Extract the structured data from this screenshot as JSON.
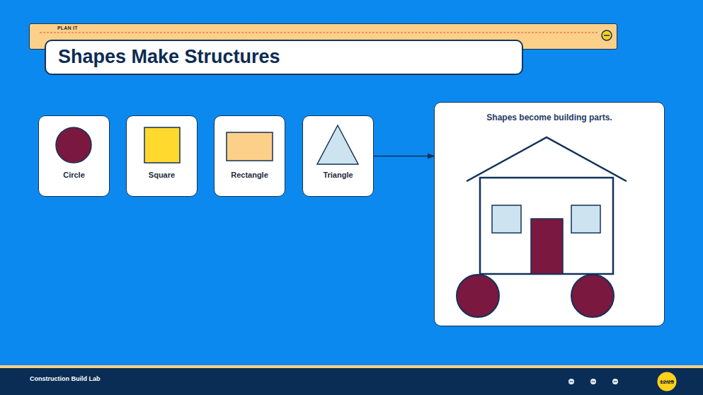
{
  "diagram": {
    "title": "Shapes Make Structures",
    "nodes": [
      {
        "text": [
          "PLAN IT"
        ]
      },
      {
        "text": [
          "Circle"
        ]
      },
      {
        "text": [
          "Square"
        ]
      },
      {
        "text": [
          "Rectangle"
        ]
      },
      {
        "text": [
          "Triangle"
        ]
      },
      {
        "text": [
          "Shapes become building parts."
        ]
      },
      {
        "text": [
          "Construction Build Lab"
        ]
      },
      {
        "text": [
          "12/25"
        ],
        "in": 6
      }
    ],
    "edges": [
      {
        "from": 4,
        "to": 5,
        "arrow": "to"
      }
    ]
  }
}
